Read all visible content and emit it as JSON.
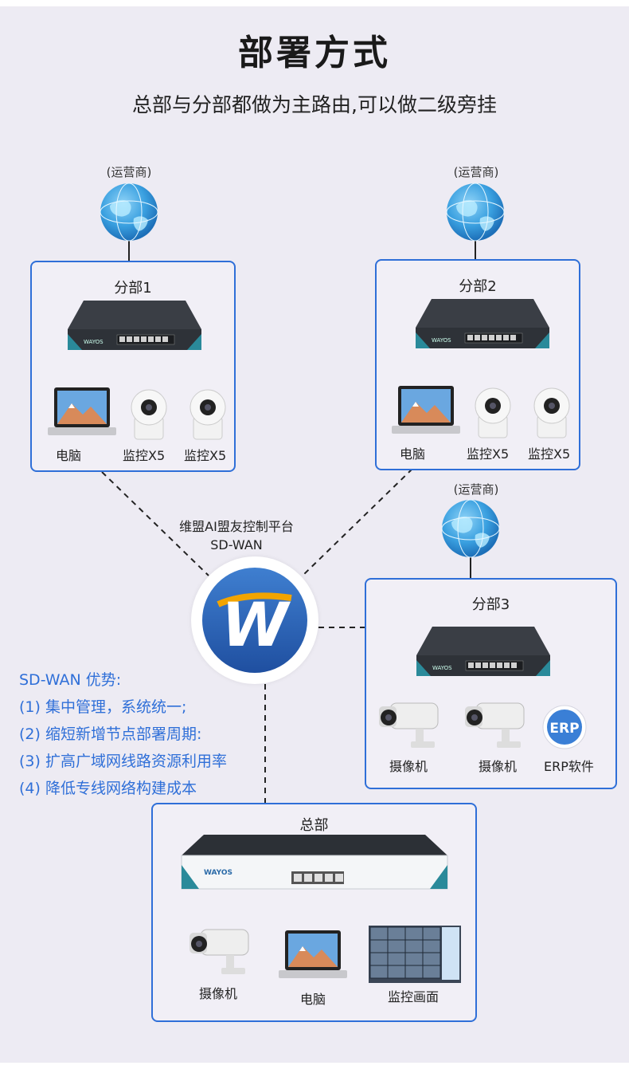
{
  "header": {
    "title": "部署方式",
    "subtitle": "总部与分部都做为主路由,可以做二级旁挂"
  },
  "carriers": [
    "(运营商)",
    "(运营商)",
    "(运营商)"
  ],
  "branch1": {
    "title": "分部1",
    "router_brand": "WAYOS",
    "devices": [
      "电脑",
      "监控X5",
      "监控X5"
    ]
  },
  "branch2": {
    "title": "分部2",
    "router_brand": "WAYOS",
    "devices": [
      "电脑",
      "监控X5",
      "监控X5"
    ]
  },
  "branch3": {
    "title": "分部3",
    "router_brand": "WAYOS",
    "devices": [
      "摄像机",
      "摄像机",
      "ERP软件"
    ],
    "erp_icon_text": "ERP"
  },
  "hq": {
    "title": "总部",
    "router_brand": "WAYOS",
    "devices": [
      "摄像机",
      "电脑",
      "监控画面"
    ]
  },
  "platform": {
    "line1": "维盟AI盟友控制平台",
    "line2": "SD-WAN",
    "logo_letter": "W"
  },
  "advantages": {
    "heading": "SD-WAN 优势:",
    "items": [
      "(1) 集中管理，系统统一;",
      "(2) 缩短新增节点部署周期:",
      "(3) 扩高广域网线路资源利用率",
      "(4) 降低专线网络构建成本"
    ]
  },
  "colors": {
    "background": "#edebf3",
    "accent_blue": "#2f6fd8",
    "router_body": "#2e3238",
    "router_teal": "#2a8a9a"
  },
  "icons": [
    "globe-icon",
    "router-icon",
    "laptop-icon",
    "dome-camera-icon",
    "bullet-camera-icon",
    "erp-icon",
    "monitor-wall-icon",
    "wayos-logo-icon"
  ]
}
